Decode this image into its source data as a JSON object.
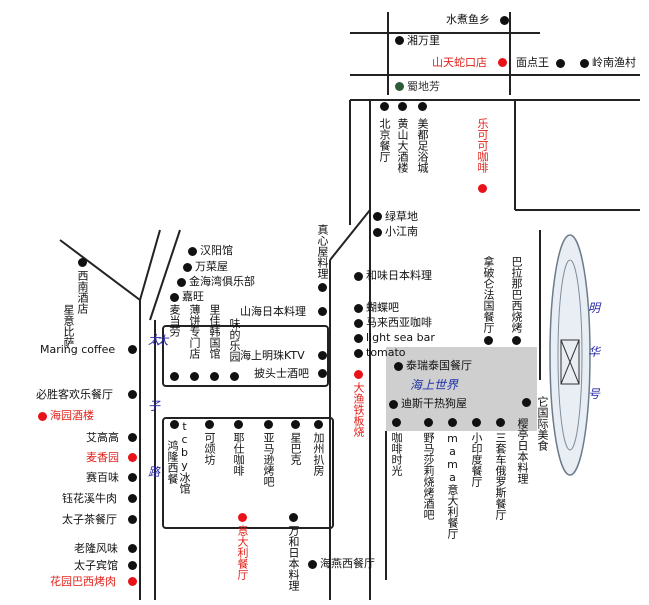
{
  "streets": {
    "taizi_road": [
      "太",
      "子",
      "路"
    ],
    "minghua_ship": [
      "明",
      "华",
      "号"
    ]
  },
  "plaza": {
    "title": "海上世界"
  },
  "places": {
    "shuizhu": "水煮鱼乡",
    "xiangwanli": "湘万里",
    "shantian": "山天蛇口店",
    "miandianwang": "面点王",
    "lingnan": "岭南渔村",
    "shudifang": "蜀地芳",
    "beijing": "北京餐厅",
    "huangshan": "黄山大酒楼",
    "meidu": "美都足浴城",
    "lekeke": "乐可可咖啡",
    "lvcaodi": "绿草地",
    "xiaojiangnan": "小江南",
    "zhenxinwu": "真心屋料理",
    "hanyang": "汉阳馆",
    "wancai": "万菜屋",
    "jinhaiwan": "金海湾俱乐部",
    "jiawang": "嘉旺",
    "shanhai": "山海日本料理",
    "xinanjiudian": "西南酒店",
    "xingyi": "星意比萨",
    "maring": "Maring coffee",
    "bishengke": "必胜客欢乐餐厅",
    "haiyuan": "海园酒楼",
    "aigaogao": "艾高高",
    "maixiangyuan": "麦香园",
    "saibaiwei": "赛百味",
    "dingxi": "钰花溪牛肉",
    "taizicha": "太子茶餐厅",
    "laolong": "老隆风味",
    "taizibinguan": "太子宾馆",
    "huayuan": "花园巴西烤肉",
    "maidanglao": "麦当劳",
    "baobing": "薄饼专门店",
    "lijia": "里佳韩国馆",
    "weide": "味的乐园",
    "haishangming": "海上明珠KTV",
    "pitou": "披头士酒吧",
    "hewei": "和味日本料理",
    "hudie": "蝴蝶吧",
    "malaixiya": "马来西亚咖啡",
    "lightsea": "light sea bar",
    "tomato": "tomato",
    "dayu": "大渔铁板烧",
    "napolun": "拿破仑法国餐厅",
    "balana": "巴拉那巴西烧烤",
    "tairui": "泰瑞泰国餐厅",
    "disi": "迪斯干热狗屋",
    "kafei": "咖啡时光",
    "yema": "野马莎莉烧烤酒吧",
    "mama": "mama意大利餐厅",
    "xiaoyindu": "小印度餐厅",
    "sanjiao": "三套车俄罗斯餐厅",
    "yingting": "樱亭日本料理",
    "qita": "它国际美食",
    "tcby": "tcby冰馆",
    "honglong": "鸿隆西餐",
    "kesong": "可颂坊",
    "yeshi": "耶仕咖啡",
    "yamaxun": "亚马逊烤吧",
    "xingbake": "星巴克",
    "jiazhou": "加州扒房",
    "yidali": "意大利餐厅",
    "wanhe": "万和日本料理",
    "haiyan": "海燕西餐厅"
  }
}
